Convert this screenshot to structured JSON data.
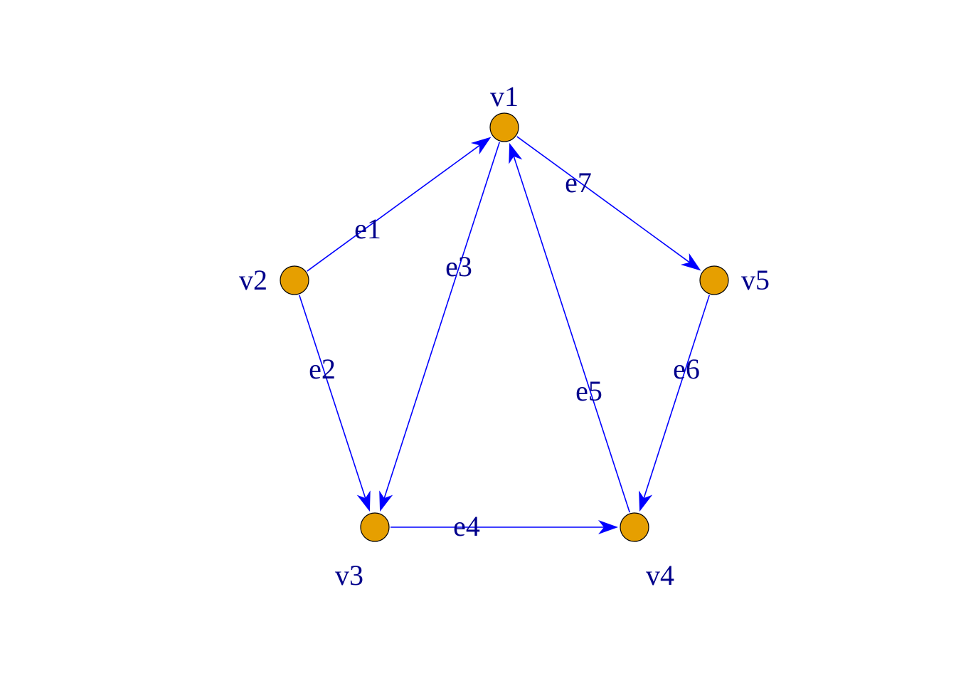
{
  "nodes": [
    {
      "id": "v1",
      "label": "v1"
    },
    {
      "id": "v2",
      "label": "v2"
    },
    {
      "id": "v3",
      "label": "v3"
    },
    {
      "id": "v4",
      "label": "v4"
    },
    {
      "id": "v5",
      "label": "v5"
    }
  ],
  "edges": [
    {
      "id": "e1",
      "label": "e1",
      "from": "v2",
      "to": "v1"
    },
    {
      "id": "e2",
      "label": "e2",
      "from": "v2",
      "to": "v3"
    },
    {
      "id": "e3",
      "label": "e3",
      "from": "v1",
      "to": "v3"
    },
    {
      "id": "e4",
      "label": "e4",
      "from": "v3",
      "to": "v4"
    },
    {
      "id": "e5",
      "label": "e5",
      "from": "v4",
      "to": "v1"
    },
    {
      "id": "e6",
      "label": "e6",
      "from": "v5",
      "to": "v4"
    },
    {
      "id": "e7",
      "label": "e7",
      "from": "v1",
      "to": "v5"
    }
  ],
  "colors": {
    "node_fill": "#e69f00",
    "node_border": "#000000",
    "edge": "#0000ff",
    "label": "#00008b"
  }
}
